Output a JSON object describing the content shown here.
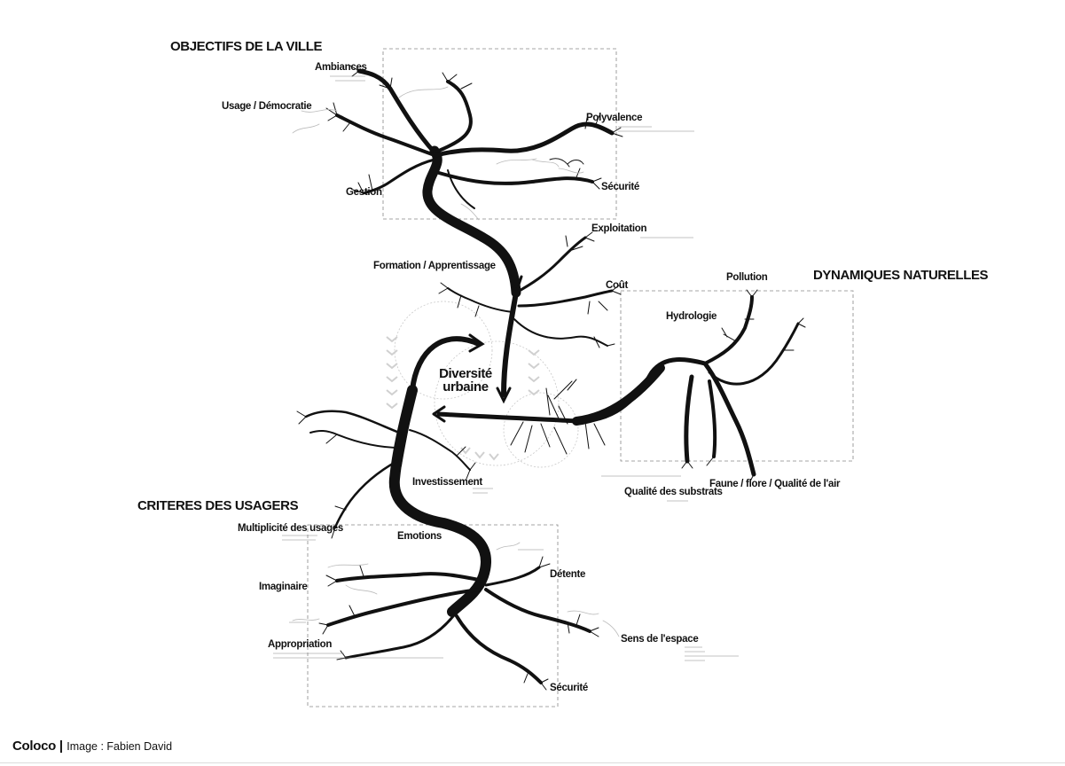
{
  "sections": {
    "city_objectives": "OBJECTIFS DE LA VILLE",
    "natural_dynamics": "DYNAMIQUES NATURELLES",
    "user_criteria": "CRITERES DES USAGERS"
  },
  "center": {
    "line1": "Diversité",
    "line2": "urbaine"
  },
  "labels": {
    "ambiances": "Ambiances",
    "usage_democratie": "Usage / Démocratie",
    "gestion": "Gestion",
    "polyvalence": "Polyvalence",
    "securite_top": "Sécurité",
    "exploitation": "Exploitation",
    "formation": "Formation / Apprentissage",
    "cout": "Coût",
    "pollution": "Pollution",
    "hydrologie": "Hydrologie",
    "qualite_substrats": "Qualité des substrats",
    "faune_flore": "Faune / flore / Qualité de l'air",
    "investissement": "Investissement",
    "multiplicite": "Multiplicité des usages",
    "emotions": "Emotions",
    "imaginaire": "Imaginaire",
    "detente": "Détente",
    "appropriation": "Appropriation",
    "sens_espace": "Sens de l'espace",
    "securite_bottom": "Sécurité"
  },
  "footer": {
    "brand": "Coloco |",
    "credit": "Image : Fabien David"
  },
  "colors": {
    "ink": "#111111",
    "frame": "#888888",
    "ghost": "#bdbdbd"
  }
}
